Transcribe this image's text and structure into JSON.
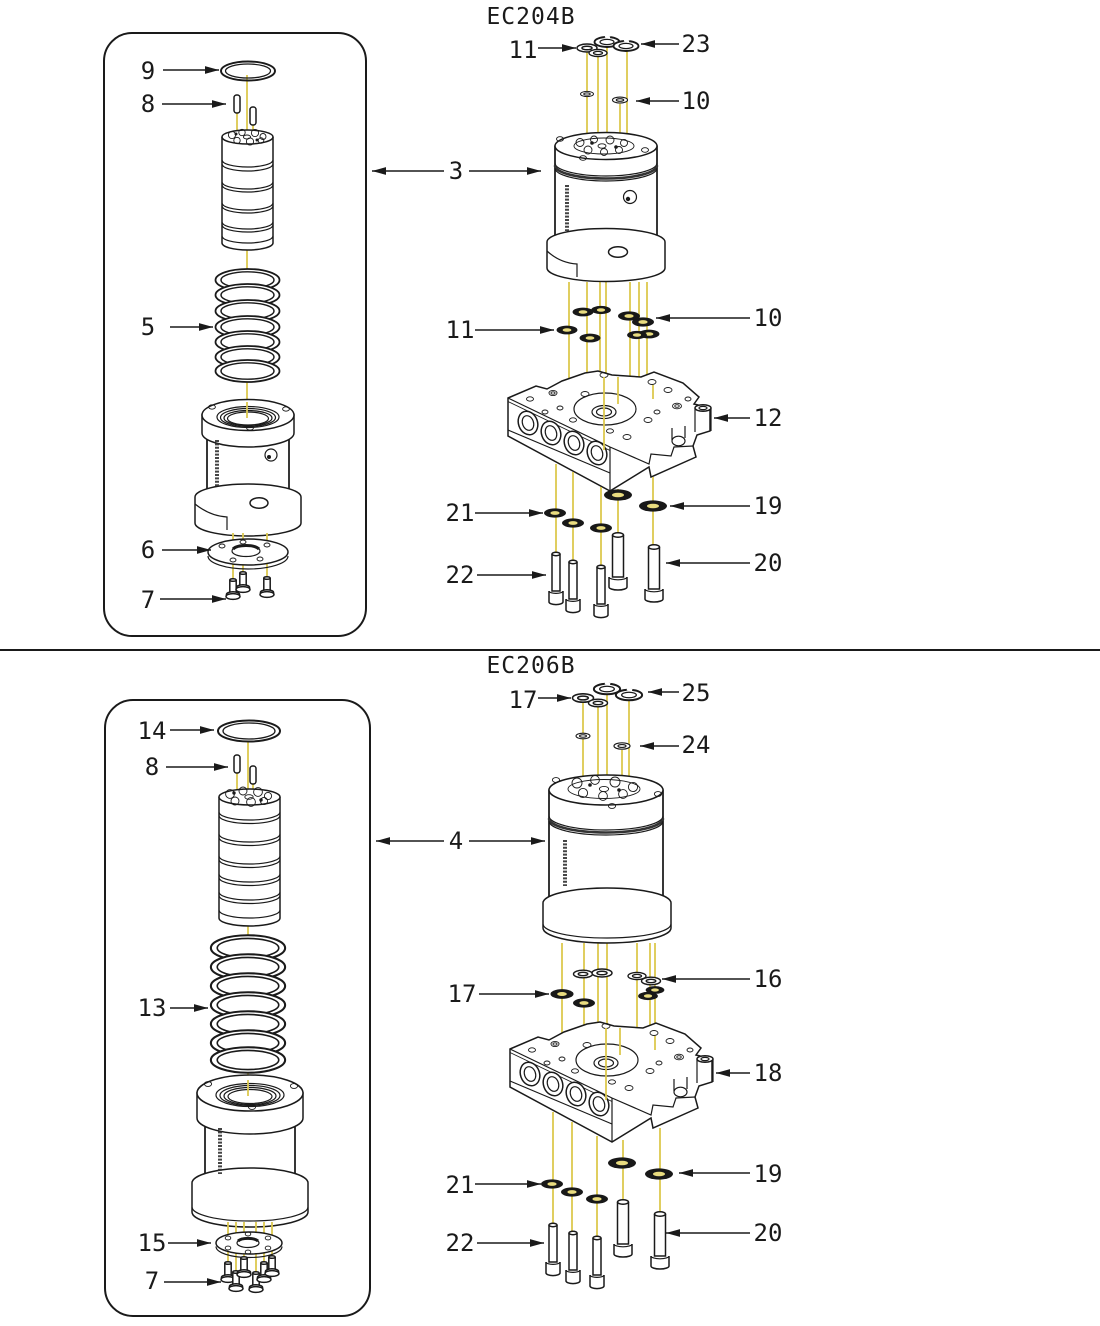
{
  "colors": {
    "line_art": "#1a1a1a",
    "leader_line": "#dcc94f",
    "background": "#ffffff"
  },
  "assemblies": [
    {
      "title": "EC204B",
      "callouts": {
        "top_left": "11",
        "top_right": "23",
        "upper_right": "10",
        "body": "3",
        "mid_left": "11",
        "mid_right": "10",
        "manifold": "12",
        "oring_left": "21",
        "oring_right": "19",
        "screw_left": "22",
        "screw_right": "20",
        "box_oring": "9",
        "box_pin": "8",
        "box_rings": "5",
        "box_plate": "6",
        "box_screws": "7"
      }
    },
    {
      "title": "EC206B",
      "callouts": {
        "top_left": "17",
        "top_right": "25",
        "upper_right": "24",
        "body": "4",
        "mid_left": "17",
        "mid_right": "16",
        "manifold": "18",
        "oring_left": "21",
        "oring_right": "19",
        "screw_left": "22",
        "screw_right": "20",
        "box_oring": "14",
        "box_pin": "8",
        "box_rings": "13",
        "box_plate": "15",
        "box_screws": "7"
      }
    }
  ]
}
